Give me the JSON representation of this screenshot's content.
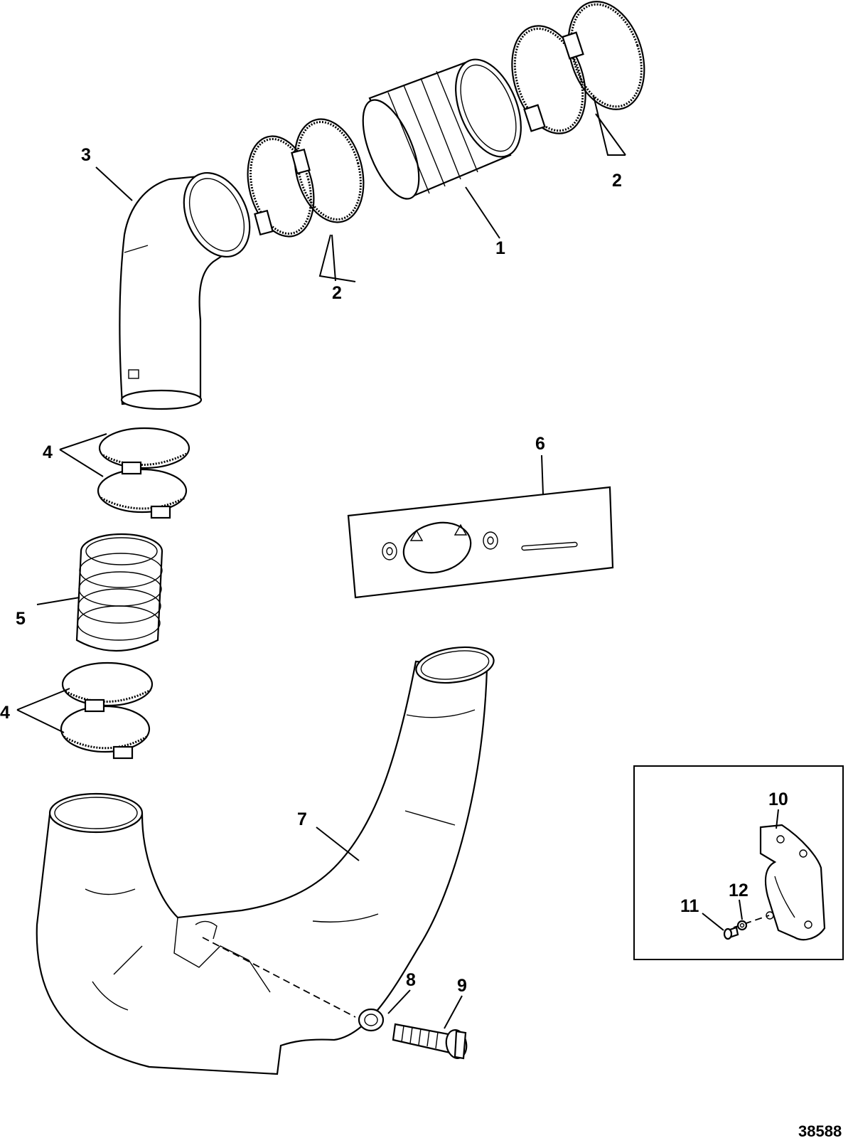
{
  "callouts": {
    "c1": "1",
    "c2a": "2",
    "c2b": "2",
    "c3": "3",
    "c4a": "4",
    "c4b": "4",
    "c5": "5",
    "c6": "6",
    "c7": "7",
    "c8": "8",
    "c9": "9",
    "c10": "10",
    "c11": "11",
    "c12": "12"
  },
  "figure_id": "38588"
}
